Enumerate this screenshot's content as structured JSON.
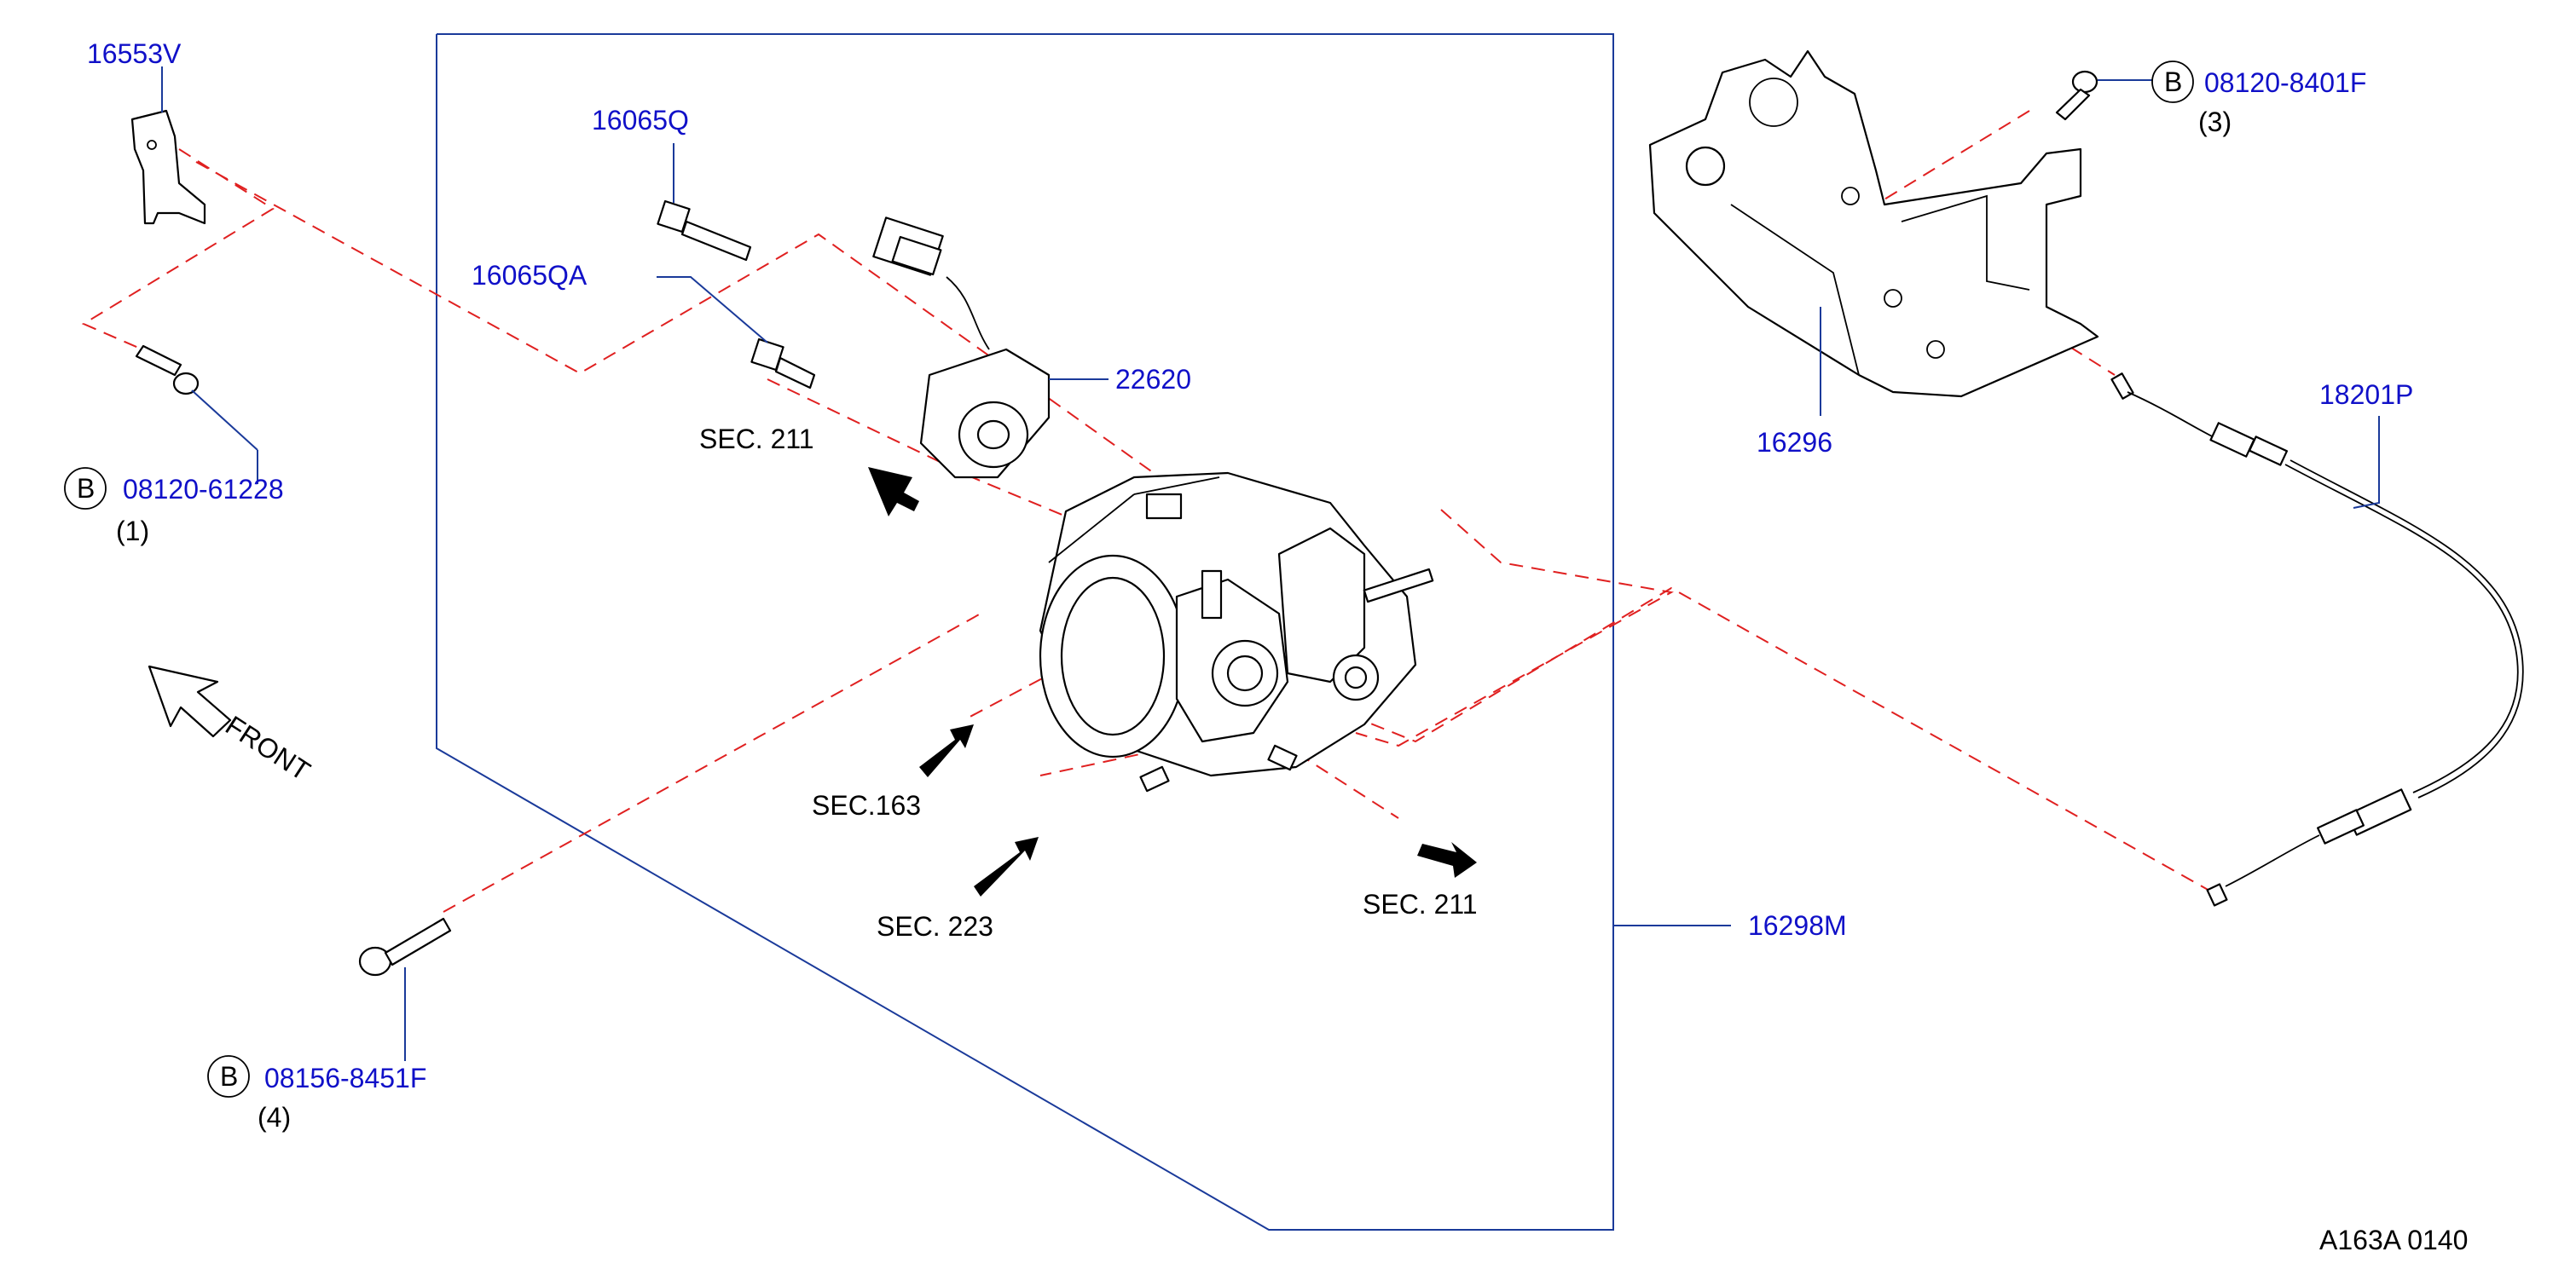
{
  "colors": {
    "part_label": "#1010c8",
    "leader": "#1a3a9a",
    "phantom_line": "#e02020",
    "ink": "#000000"
  },
  "parts": {
    "p16553v": "16553V",
    "p16065q": "16065Q",
    "p16065qa": "16065QA",
    "p22620": "22620",
    "p16296": "16296",
    "p18201p": "18201P",
    "p16298m": "16298M",
    "p0812061228": "08120-61228",
    "p081208401f": "08120-8401F",
    "p081568451f": "08156-8451F"
  },
  "quantities": {
    "q1": "(1)",
    "q3": "(3)",
    "q4": "(4)"
  },
  "badge_letter": "B",
  "sections": {
    "sec211_top": "SEC.  211",
    "sec163": "SEC.163",
    "sec223": "SEC.  223",
    "sec211_right": "SEC.  211"
  },
  "front_label": "FRONT",
  "diagram_code": "A163A  0140"
}
